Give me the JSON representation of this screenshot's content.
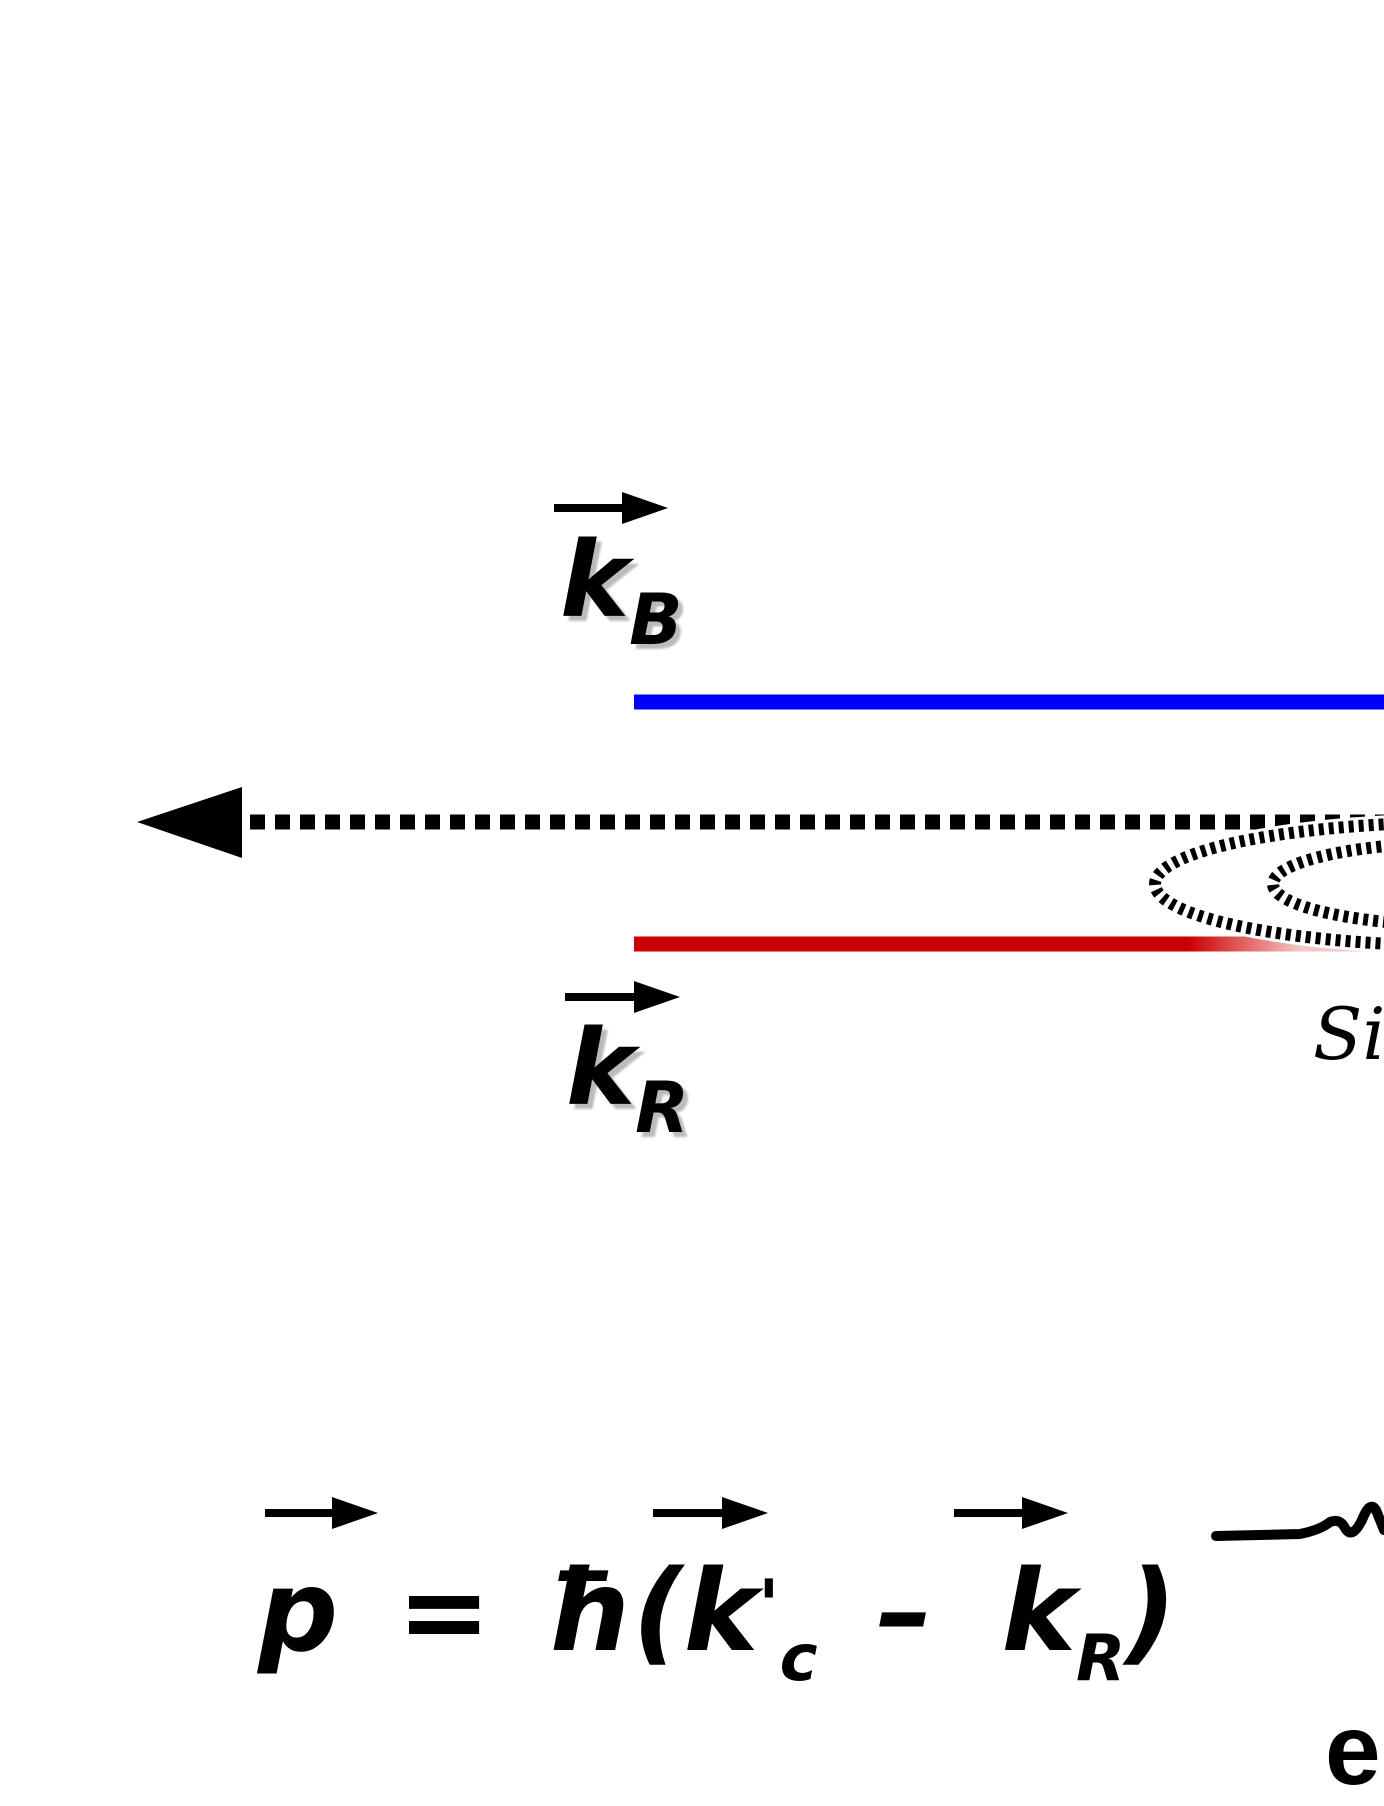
{
  "labels": {
    "k_b": {
      "main": "k",
      "sub": "B"
    },
    "k_r": {
      "main": "k",
      "sub": "R"
    }
  },
  "equation": {
    "lhs": "p",
    "equals": "=",
    "hbar": "ħ(",
    "k_c": "k",
    "k_c_prime": "'",
    "k_c_sub": "c",
    "minus": "–",
    "k_r": "k",
    "k_r_sub": "R",
    "close": ")"
  },
  "cut_text": {
    "si": "Si",
    "e": "e"
  },
  "colors": {
    "blue_beam": "#0000ff",
    "red_beam": "#cc0000",
    "red_fade": "#f4c6c6",
    "arrow": "#000000"
  }
}
